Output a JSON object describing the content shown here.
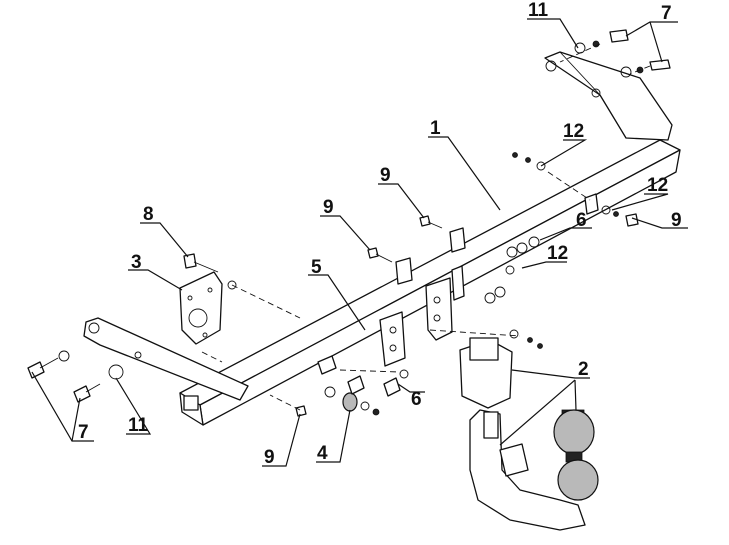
{
  "callouts": [
    {
      "id": "c11-top",
      "text": "11"
    },
    {
      "id": "c7-top",
      "text": "7"
    },
    {
      "id": "c1",
      "text": "1"
    },
    {
      "id": "c12-a",
      "text": "12"
    },
    {
      "id": "c9-a",
      "text": "9"
    },
    {
      "id": "c12-b",
      "text": "12"
    },
    {
      "id": "c9-right",
      "text": "9"
    },
    {
      "id": "c8",
      "text": "8"
    },
    {
      "id": "c9-b",
      "text": "9"
    },
    {
      "id": "c6-a",
      "text": "6"
    },
    {
      "id": "c12-c",
      "text": "12"
    },
    {
      "id": "c3",
      "text": "3"
    },
    {
      "id": "c5",
      "text": "5"
    },
    {
      "id": "c2",
      "text": "2"
    },
    {
      "id": "c6-b",
      "text": "6"
    },
    {
      "id": "c7-left",
      "text": "7"
    },
    {
      "id": "c11-left",
      "text": "11"
    },
    {
      "id": "c4",
      "text": "4"
    },
    {
      "id": "c9-bottom",
      "text": "9"
    }
  ]
}
